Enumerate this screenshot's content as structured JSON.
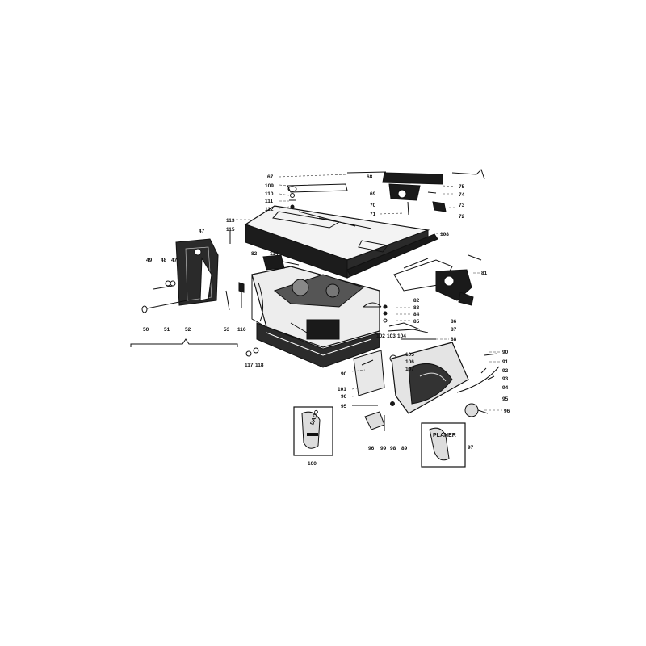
{
  "diagram": {
    "callouts": [
      "67",
      "68",
      "75",
      "109",
      "110",
      "111",
      "112",
      "69",
      "74",
      "70",
      "73",
      "71",
      "72",
      "113",
      "115",
      "108",
      "47",
      "49",
      "48",
      "47",
      "82",
      "114",
      "81",
      "82",
      "83",
      "84",
      "85",
      "86",
      "87",
      "88",
      "50",
      "51",
      "52",
      "53",
      "116",
      "117",
      "118",
      "102",
      "103",
      "104",
      "105",
      "106",
      "107",
      "90",
      "91",
      "92",
      "93",
      "94",
      "95",
      "90",
      "101",
      "90",
      "95",
      "96",
      "99",
      "98",
      "89",
      "96",
      "100",
      "97"
    ],
    "inset_labels": [
      "DADO",
      "PLANER"
    ]
  }
}
